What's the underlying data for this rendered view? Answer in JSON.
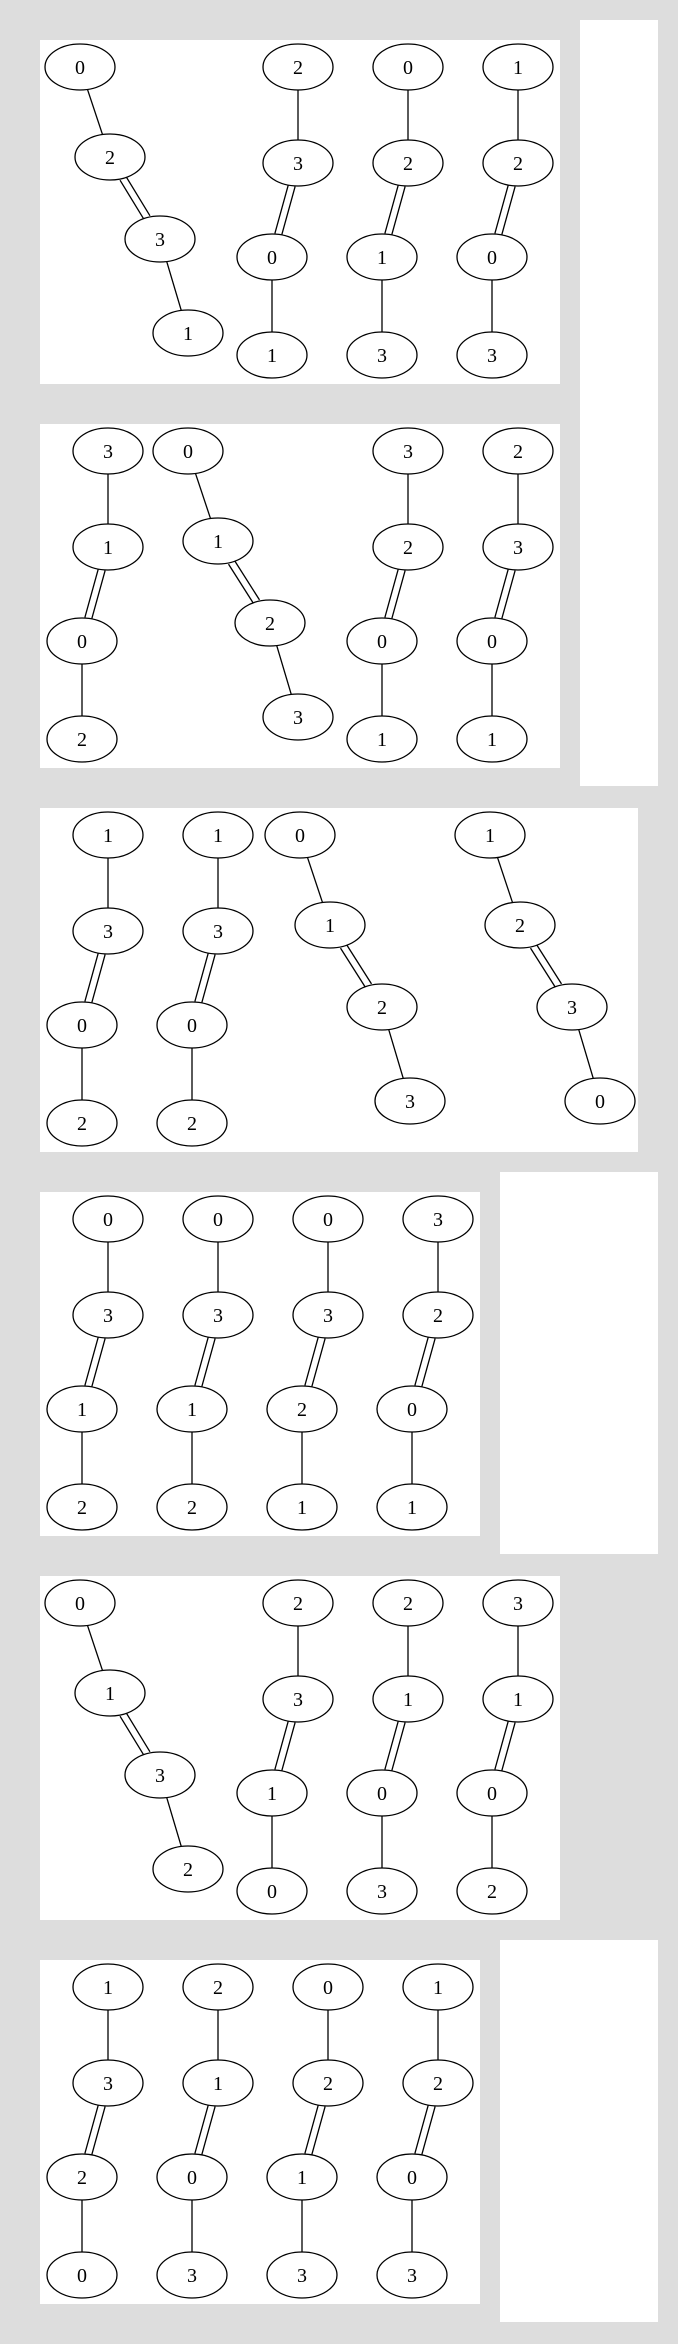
{
  "colors": {
    "background": "#dddddd",
    "panel": "#ffffff",
    "ink": "#000000"
  },
  "panels": [
    {
      "graphs": [
        {
          "nodes": [
            "0",
            "2",
            "3",
            "1"
          ],
          "edges": [
            "single",
            "double",
            "single"
          ]
        },
        {
          "nodes": [
            "2",
            "3",
            "0",
            "1"
          ],
          "edges": [
            "single",
            "double",
            "single"
          ]
        },
        {
          "nodes": [
            "0",
            "2",
            "1",
            "3"
          ],
          "edges": [
            "single",
            "double",
            "single"
          ]
        },
        {
          "nodes": [
            "1",
            "2",
            "0",
            "3"
          ],
          "edges": [
            "single",
            "double",
            "single"
          ]
        }
      ]
    },
    {
      "graphs": [
        {
          "nodes": [
            "3",
            "1",
            "0",
            "2"
          ],
          "edges": [
            "single",
            "double",
            "single"
          ]
        },
        {
          "nodes": [
            "0",
            "1",
            "2",
            "3"
          ],
          "edges": [
            "single",
            "double",
            "single"
          ]
        },
        {
          "nodes": [
            "3",
            "2",
            "0",
            "1"
          ],
          "edges": [
            "single",
            "double",
            "single"
          ]
        },
        {
          "nodes": [
            "2",
            "3",
            "0",
            "1"
          ],
          "edges": [
            "single",
            "double",
            "single"
          ]
        }
      ]
    },
    {
      "graphs": [
        {
          "nodes": [
            "1",
            "3",
            "0",
            "2"
          ],
          "edges": [
            "single",
            "double",
            "single"
          ]
        },
        {
          "nodes": [
            "1",
            "3",
            "0",
            "2"
          ],
          "edges": [
            "single",
            "double",
            "single"
          ]
        },
        {
          "nodes": [
            "0",
            "1",
            "2",
            "3"
          ],
          "edges": [
            "single",
            "double",
            "single"
          ]
        },
        {
          "nodes": [
            "1",
            "2",
            "3",
            "0"
          ],
          "edges": [
            "single",
            "double",
            "single"
          ]
        }
      ]
    },
    {
      "graphs": [
        {
          "nodes": [
            "0",
            "3",
            "1",
            "2"
          ],
          "edges": [
            "single",
            "double",
            "single"
          ]
        },
        {
          "nodes": [
            "0",
            "3",
            "1",
            "2"
          ],
          "edges": [
            "single",
            "double",
            "single"
          ]
        },
        {
          "nodes": [
            "0",
            "3",
            "2",
            "1"
          ],
          "edges": [
            "single",
            "double",
            "single"
          ]
        },
        {
          "nodes": [
            "3",
            "2",
            "0",
            "1"
          ],
          "edges": [
            "single",
            "double",
            "single"
          ]
        }
      ]
    },
    {
      "graphs": [
        {
          "nodes": [
            "0",
            "1",
            "3",
            "2"
          ],
          "edges": [
            "single",
            "double",
            "single"
          ]
        },
        {
          "nodes": [
            "2",
            "3",
            "1",
            "0"
          ],
          "edges": [
            "single",
            "double",
            "single"
          ]
        },
        {
          "nodes": [
            "2",
            "1",
            "0",
            "3"
          ],
          "edges": [
            "single",
            "double",
            "single"
          ]
        },
        {
          "nodes": [
            "3",
            "1",
            "0",
            "2"
          ],
          "edges": [
            "single",
            "double",
            "single"
          ]
        }
      ]
    },
    {
      "graphs": [
        {
          "nodes": [
            "1",
            "3",
            "2",
            "0"
          ],
          "edges": [
            "single",
            "double",
            "single"
          ]
        },
        {
          "nodes": [
            "2",
            "1",
            "0",
            "3"
          ],
          "edges": [
            "single",
            "double",
            "single"
          ]
        },
        {
          "nodes": [
            "0",
            "2",
            "1",
            "3"
          ],
          "edges": [
            "single",
            "double",
            "single"
          ]
        },
        {
          "nodes": [
            "1",
            "2",
            "0",
            "3"
          ],
          "edges": [
            "single",
            "double",
            "single"
          ]
        }
      ]
    }
  ]
}
